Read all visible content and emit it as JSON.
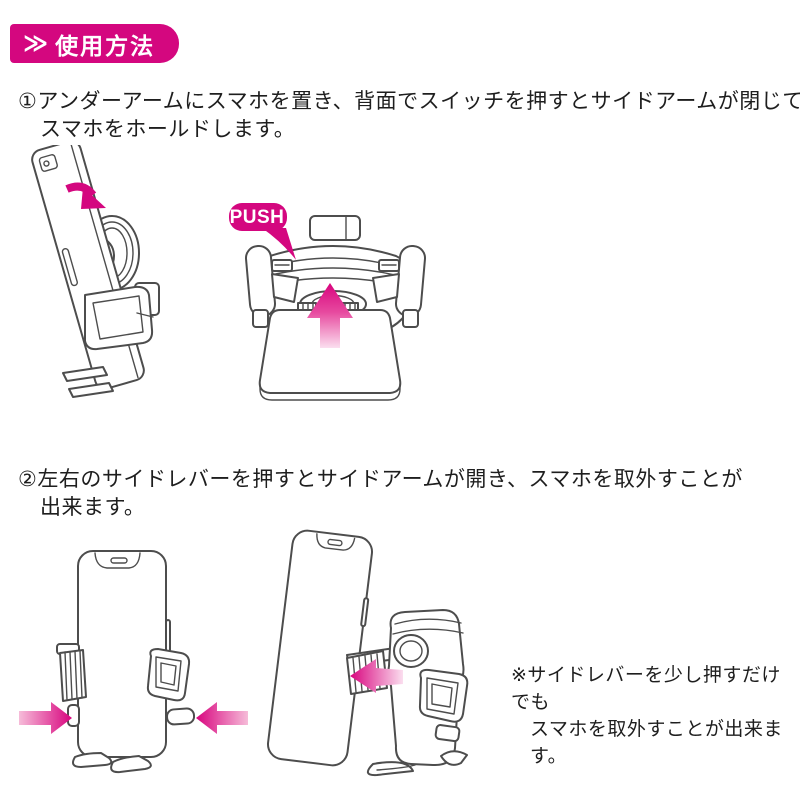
{
  "header": {
    "title": "使用方法",
    "chevron": "≫"
  },
  "steps": [
    {
      "number": "①",
      "line1": "アンダーアームにスマホを置き、背面でスイッチを押すとサイドアームが閉じて",
      "line2": "スマホをホールドします。"
    },
    {
      "number": "②",
      "line1": "左右のサイドレバーを押すとサイドアームが開き、スマホを取外すことが",
      "line2": "出来ます。"
    }
  ],
  "labels": {
    "push": "PUSH"
  },
  "note": {
    "line1": "※サイドレバーを少し押すだけでも",
    "line2": "スマホを取外すことが出来ます。"
  },
  "colors": {
    "accent": "#d4077f",
    "arrow_dark": "#d8047e",
    "arrow_light": "#f6bcd9",
    "line_art": "#4d4d4d",
    "text": "#1e1e1e"
  }
}
